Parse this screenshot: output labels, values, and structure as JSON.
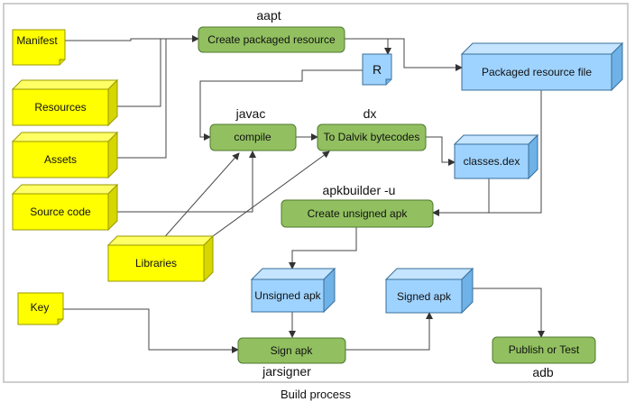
{
  "caption": "Build process",
  "inputs": {
    "manifest": "Manifest",
    "resources": "Resources",
    "assets": "Assets",
    "source_code": "Source code",
    "libraries": "Libraries",
    "key": "Key"
  },
  "steps": {
    "create_packaged_resource": "Create packaged resource",
    "compile": "compile",
    "to_dalvik": "To Dalvik bytecodes",
    "create_unsigned_apk": "Create unsigned apk",
    "sign_apk": "Sign apk",
    "publish_or_test": "Publish or Test"
  },
  "outputs": {
    "r": "R",
    "packaged_resource_file": "Packaged resource file",
    "classes_dex": "classes.dex",
    "unsigned_apk": "Unsigned apk",
    "signed_apk": "Signed apk"
  },
  "tools": {
    "aapt": "aapt",
    "javac": "javac",
    "dx": "dx",
    "apkbuilder": "apkbuilder -u",
    "jarsigner": "jarsigner",
    "adb": "adb"
  },
  "colors": {
    "input_fill": "#ffff00",
    "input_side": "#d6d600",
    "step_fill": "#92c060",
    "step_stroke": "#4f7a2e",
    "output_fill": "#9fd3ff",
    "output_side": "#6eb2e8",
    "output_stroke": "#3a6f99",
    "edge": "#444444"
  }
}
